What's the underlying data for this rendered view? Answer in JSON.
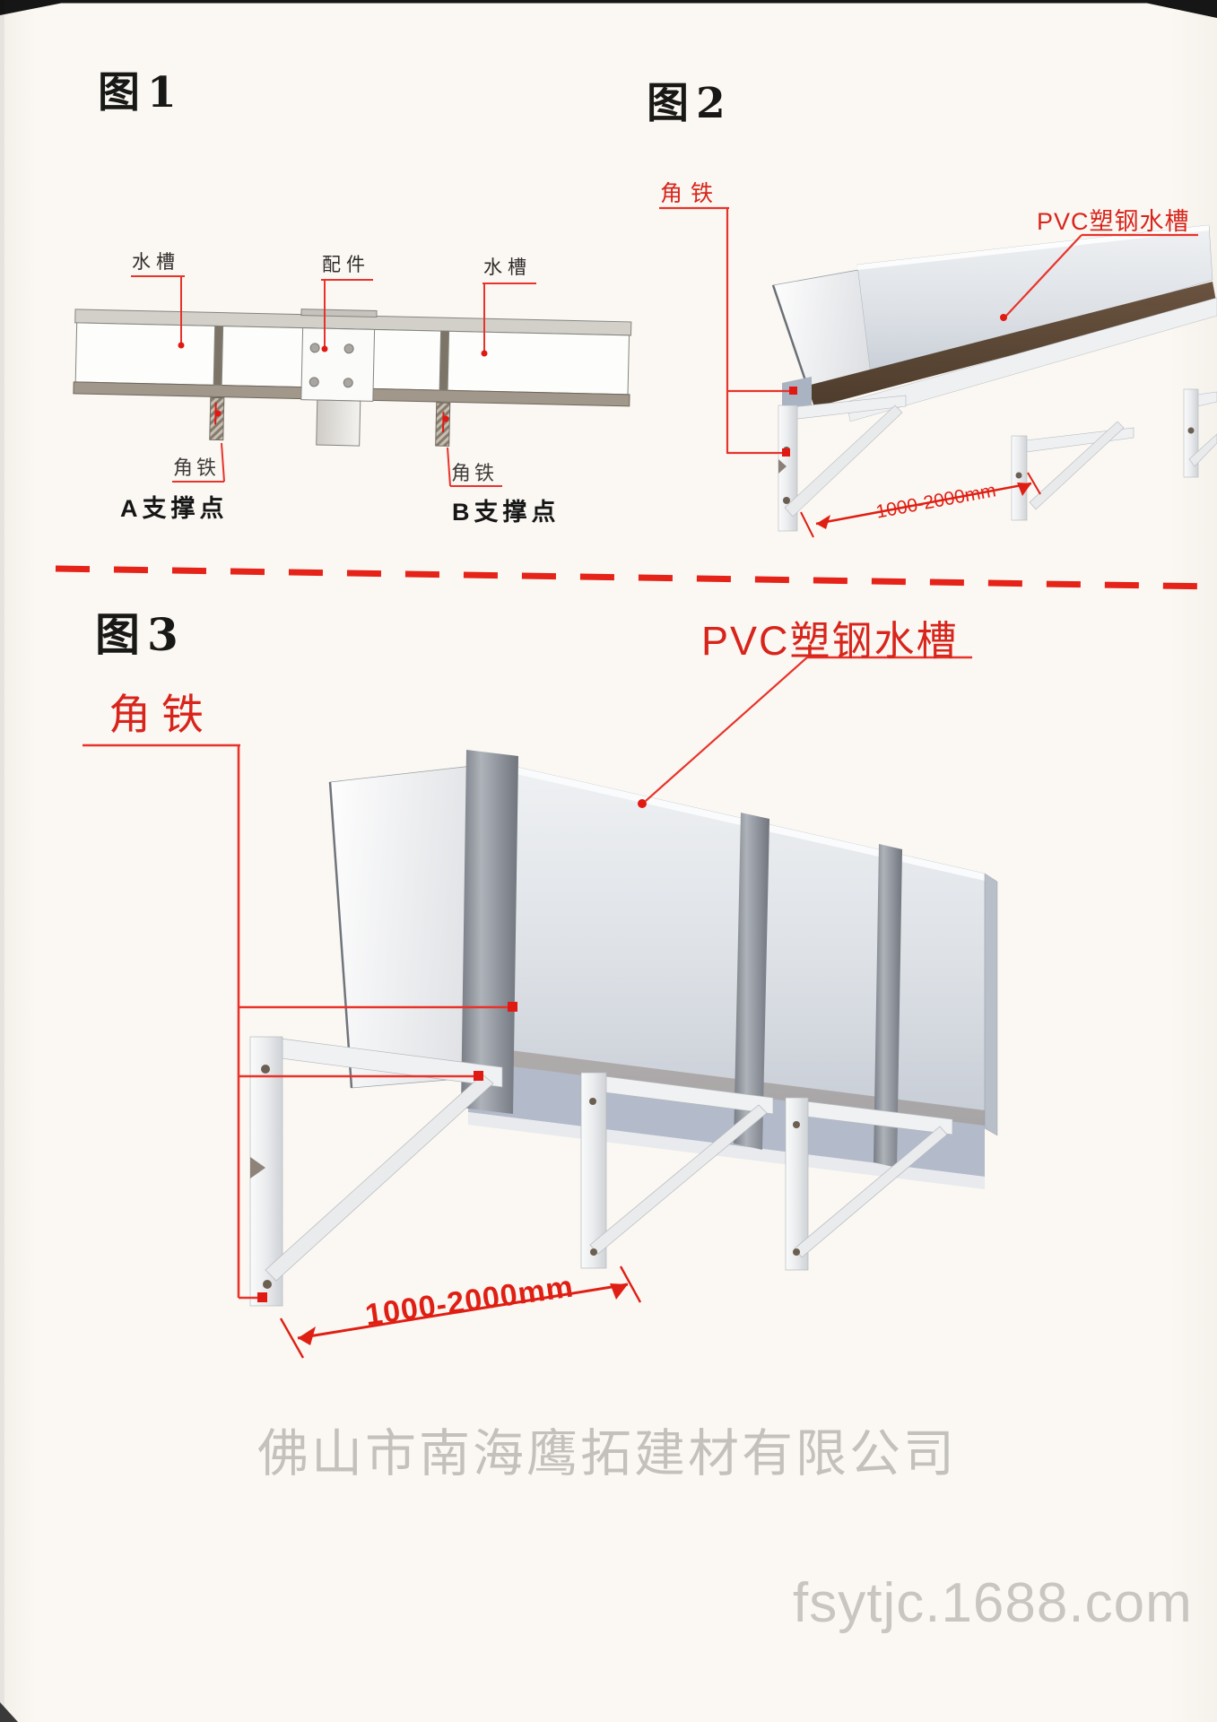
{
  "page": {
    "background": "#fbf8f3",
    "accent_red": "#d8251c",
    "dash_red": "#e52318",
    "watermark_company": "佛山市南海鹰拓建材有限公司",
    "watermark_site": "fsytjc.1688.com"
  },
  "figure1": {
    "title": "图1",
    "label_trough_left": "水槽",
    "label_fitting": "配件",
    "label_trough_right": "水槽",
    "label_angle_left": "角铁",
    "label_angle_right": "角铁",
    "label_support_a": "A支撑点",
    "label_support_b": "B支撑点"
  },
  "figure2": {
    "title": "图2",
    "label_angle": "角铁",
    "label_gutter": "PVC塑钢水槽",
    "label_dimension": "1000-2000mm"
  },
  "figure3": {
    "title": "图3",
    "label_angle": "角铁",
    "label_gutter": "PVC塑钢水槽",
    "label_dimension": "1000-2000mm"
  }
}
